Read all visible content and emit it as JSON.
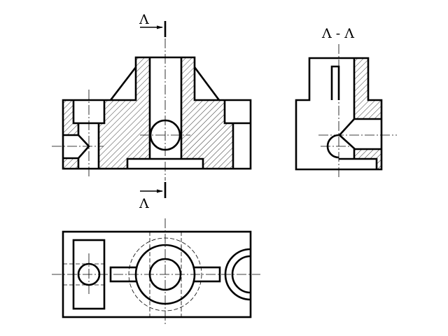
{
  "drawing": {
    "section_label_top": "Λ",
    "section_label_bottom": "Λ",
    "section_view_title": "Λ - Λ",
    "line_color": "#000000",
    "background": "#ffffff"
  }
}
